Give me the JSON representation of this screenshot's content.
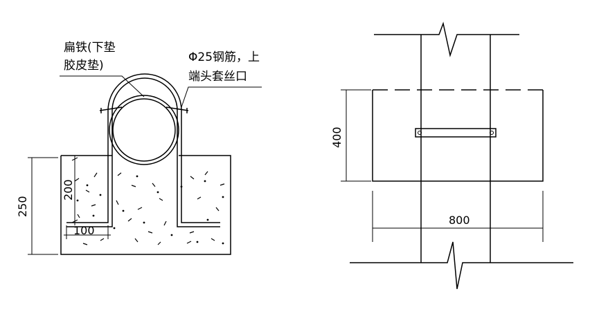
{
  "labels": {
    "flat_iron_line1": "扁铁(下垫",
    "flat_iron_line2": "胶皮垫)",
    "rebar_line1": "Φ25钢筋，上",
    "rebar_line2": "端头套丝口"
  },
  "dimensions": {
    "base_height": "250",
    "embed_depth": "200",
    "hook_length": "100",
    "plan_width": "400",
    "plan_length": "800"
  }
}
